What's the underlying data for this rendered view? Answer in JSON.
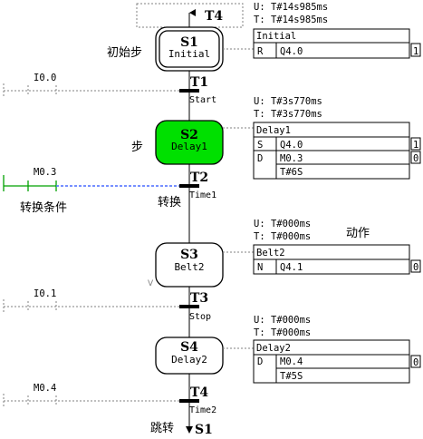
{
  "sequence": {
    "jump_in": "T4",
    "jump_out": "S1",
    "jump_note": "跳转"
  },
  "steps": [
    {
      "id": "S1",
      "name": "Initial",
      "active": false,
      "initial": true,
      "times": [
        "U: T#14s985ms",
        "T: T#14s985ms"
      ],
      "action_title": "Initial",
      "actions": [
        {
          "q": "R",
          "op": "Q4.0",
          "v": "1"
        }
      ]
    },
    {
      "id": "S2",
      "name": "Delay1",
      "active": true,
      "initial": false,
      "times": [
        "U: T#3s770ms",
        "T: T#3s770ms"
      ],
      "action_title": "Delay1",
      "actions": [
        {
          "q": "S",
          "op": "Q4.0",
          "v": "1"
        },
        {
          "q": "D",
          "op": "M0.3",
          "v": "0"
        },
        {
          "q": "",
          "op": "T#6S",
          "v": ""
        }
      ]
    },
    {
      "id": "S3",
      "name": "Belt2",
      "active": false,
      "initial": false,
      "times": [
        "U: T#000ms",
        "T: T#000ms"
      ],
      "action_title": "Belt2",
      "actions": [
        {
          "q": "N",
          "op": "Q4.1",
          "v": "0"
        }
      ]
    },
    {
      "id": "S4",
      "name": "Delay2",
      "active": false,
      "initial": false,
      "times": [
        "U: T#000ms",
        "T: T#000ms"
      ],
      "action_title": "Delay2",
      "actions": [
        {
          "q": "D",
          "op": "M0.4",
          "v": "0"
        },
        {
          "q": "",
          "op": "T#5S",
          "v": ""
        }
      ]
    }
  ],
  "transitions": [
    {
      "id": "T1",
      "name": "Start",
      "contact": "I0.0",
      "active": false
    },
    {
      "id": "T2",
      "name": "Time1",
      "contact": "M0.3",
      "active": true
    },
    {
      "id": "T3",
      "name": "Stop",
      "contact": "I0.1",
      "active": false
    },
    {
      "id": "T4",
      "name": "Time2",
      "contact": "M0.4",
      "active": false
    }
  ],
  "annotations": {
    "initial_step": "初始步",
    "step": "步",
    "transition_condition": "转换条件",
    "transition": "转换",
    "action": "动作",
    "v_mark": "V"
  },
  "colors": {
    "active_step": "#00e000",
    "active_contact": "#00a000",
    "active_dash": "#4a6cff",
    "line": "#000000",
    "dotted": "#808080"
  }
}
